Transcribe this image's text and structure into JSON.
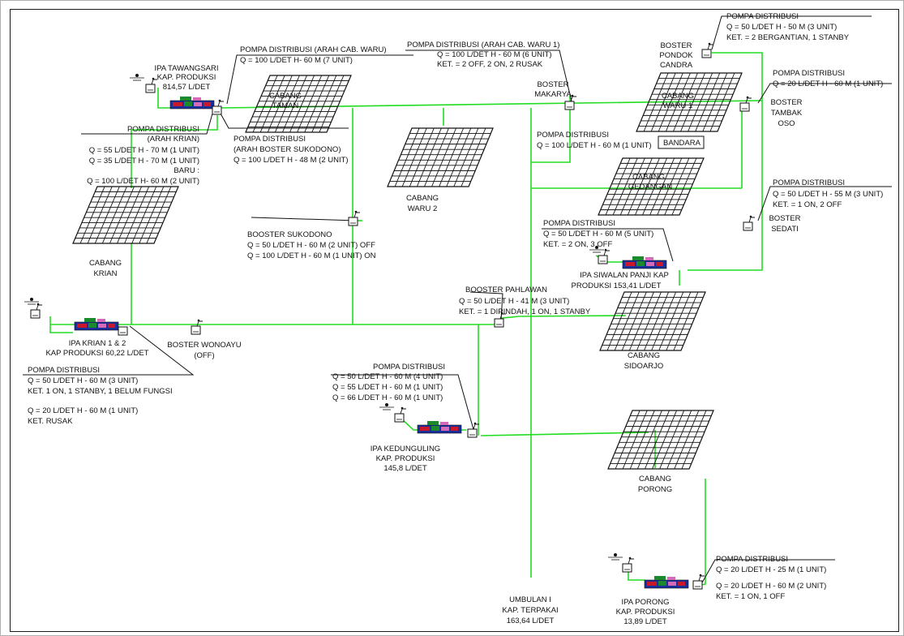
{
  "colors": {
    "pipe": "#22dd22",
    "ink": "#111111",
    "plant_blue": "#1a2f9a",
    "plant_red": "#c8182a",
    "plant_green": "#1b8a2c",
    "plant_pink": "#d46ab8"
  },
  "ipa_tawangsari": {
    "l1": "IPA TAWANGSARI",
    "l2": "KAP. PRODUKSI",
    "l3": "814,57 L/DET"
  },
  "pompa_waru_top": {
    "l1": "POMPA DISTRIBUSI (ARAH CAB. WARU)",
    "l2": "Q = 100 L/DET H- 60 M (7 UNIT)"
  },
  "pompa_krian": {
    "l1": "POMPA DISTRIBUSI",
    "l2": "(ARAH KRIAN)",
    "l3": "Q = 55 L/DET H - 70 M (1 UNIT)",
    "l4": "Q = 35 L/DET H - 70 M (1 UNIT)",
    "l5": "BARU :",
    "l6": "Q = 100 L/DET H- 60 M (2 UNIT)"
  },
  "pompa_sukodono": {
    "l1": "POMPA DISTRIBUSI",
    "l2": "(ARAH BOSTER SUKODONO)",
    "l3": "Q = 100 L/DET H - 48 M (2 UNIT)"
  },
  "cabang_taman": {
    "l1": "CABANG",
    "l2": "TAMAN"
  },
  "cabang_krian": {
    "l1": "CABANG",
    "l2": "KRIAN"
  },
  "cabang_waru2": {
    "l1": "CABANG",
    "l2": "WARU 2"
  },
  "cabang_waru1": {
    "l1": "CABANG",
    "l2": "WARU 1"
  },
  "cabang_gedangan": {
    "l1": "CABANG",
    "l2": "GEDANGAN"
  },
  "cabang_sidoarjo": {
    "l1": "CABANG",
    "l2": "SIDOARJO"
  },
  "cabang_porong": {
    "l1": "CABANG",
    "l2": "PORONG"
  },
  "pompa_waru1": {
    "l1": "POMPA DISTRIBUSI (ARAH CAB. WARU 1)",
    "l2": "Q = 100 L/DET H - 60 M (6 UNIT)",
    "l3": "KET.  = 2 OFF, 2 ON, 2 RUSAK"
  },
  "boster_makarya": {
    "l1": "BOSTER",
    "l2": "MAKARYA"
  },
  "boster_pondok": {
    "l1": "BOSTER",
    "l2": "PONDOK",
    "l3": "CANDRA"
  },
  "pompa_pondok": {
    "l1": "POMPA DISTRIBUSI",
    "l2": "Q = 50 L/DET H - 50 M (3 UNIT)",
    "l3": "KET. = 2 BERGANTIAN, 1 STANBY"
  },
  "pompa_tambak": {
    "l1": "POMPA DISTRIBUSI",
    "l2": "Q = 20 L/DET H - 60 M (1 UNIT)"
  },
  "boster_tambak": {
    "l1": "BOSTER",
    "l2": "TAMBAK",
    "l3": "OSO"
  },
  "pompa_makarya": {
    "l1": "POMPA DISTRIBUSI",
    "l2": "Q = 100 L/DET H - 60 M (1 UNIT)"
  },
  "bandara": "BANDARA",
  "pompa_sedati": {
    "l1": "POMPA DISTRIBUSI",
    "l2": "Q = 50 L/DET H - 55 M (3 UNIT)",
    "l3": "KET. = 1 ON, 2 OFF"
  },
  "boster_sedati": {
    "l1": "BOSTER",
    "l2": "SEDATI"
  },
  "pompa_siwalan": {
    "l1": "POMPA DISTRIBUSI",
    "l2": "Q = 50 L/DET H - 60 M (5 UNIT)",
    "l3": "KET.  = 2 ON, 3 OFF"
  },
  "ipa_siwalan": {
    "l1": "IPA SIWALAN PANJI KAP",
    "l2": "PRODUKSI 153,41 L/DET"
  },
  "booster_sukodono": {
    "l1": "BOOSTER SUKODONO",
    "l2": "Q = 50 L/DET H - 60 M (2 UNIT) OFF",
    "l3": "Q = 100 L/DET H - 60 M (1 UNIT) ON"
  },
  "booster_pahlawan": {
    "l1": "BOOSTER PAHLAWAN",
    "l2": "Q = 50 L/DET H - 41 M (3 UNIT)",
    "l3": "KET.  = 1 DIPINDAH, 1 ON, 1 STANBY"
  },
  "ipa_krian": {
    "l1": "IPA KRIAN 1 & 2",
    "l2": "KAP PRODUKSI 60,22 L/DET"
  },
  "boster_wonoayu": {
    "l1": "BOSTER WONOAYU",
    "l2": "(OFF)"
  },
  "pompa_krian12": {
    "l1": "POMPA DISTRIBUSI",
    "l2": "Q = 50 L/DET H - 60 M (3 UNIT)",
    "l3": "KET.  1 ON, 1 STANBY, 1 BELUM FUNGSI",
    "l4": "Q = 20 L/DET H - 60 M (1 UNIT)",
    "l5": "KET.  RUSAK"
  },
  "pompa_kedunguling": {
    "l1": "POMPA DISTRIBUSI",
    "l2": "Q = 50 L/DET H - 60 M (4 UNIT)",
    "l3": "Q = 55 L/DET H - 60 M (1 UNIT)",
    "l4": "Q = 66 L/DET H - 60 M (1 UNIT)"
  },
  "ipa_kedunguling": {
    "l1": "IPA KEDUNGULING",
    "l2": "KAP. PRODUKSI",
    "l3": "145,8 L/DET"
  },
  "umbulan": {
    "l1": "UMBULAN I",
    "l2": "KAP. TERPAKAI",
    "l3": "163,64 L/DET"
  },
  "pompa_porong": {
    "l1": "POMPA DISTRIBUSI",
    "l2": "Q = 20 L/DET H - 25 M (1 UNIT)",
    "l3": "Q = 20 L/DET H - 60 M (2 UNIT)",
    "l4": "KET.  = 1 ON, 1 OFF"
  },
  "ipa_porong": {
    "l1": "IPA PORONG",
    "l2": "KAP. PRODUKSI",
    "l3": "13,89 L/DET"
  }
}
